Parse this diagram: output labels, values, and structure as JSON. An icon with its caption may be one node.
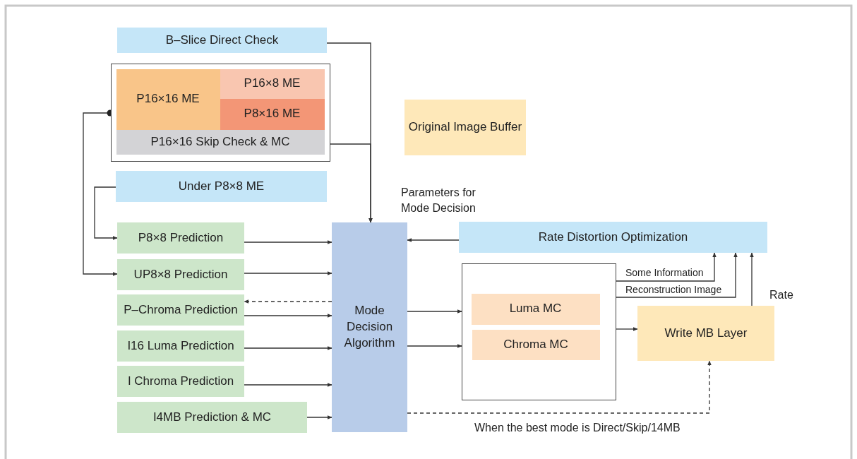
{
  "diagram": {
    "nodes": [
      {
        "text": [
          "B–Slice Direct Check"
        ]
      },
      {
        "text": [],
        "shape": "box"
      },
      {
        "text": [
          "P16×16 ME"
        ],
        "in": 1
      },
      {
        "text": [
          "P16×8 ME"
        ],
        "in": 1
      },
      {
        "text": [
          "P8×16 ME"
        ],
        "in": 1
      },
      {
        "text": [
          "P16×16 Skip Check & MC"
        ],
        "in": 1
      },
      {
        "text": [
          "Original Image Buffer"
        ]
      },
      {
        "text": [
          "Under P8×8 ME"
        ]
      },
      {
        "text": [
          "P8×8 Prediction"
        ]
      },
      {
        "text": [
          "UP8×8 Prediction"
        ]
      },
      {
        "text": [
          "P–Chroma Prediction"
        ]
      },
      {
        "text": [
          "I16 Luma Prediction"
        ]
      },
      {
        "text": [
          "I Chroma Prediction"
        ]
      },
      {
        "text": [
          "I4MB Prediction & MC"
        ]
      },
      {
        "text": [
          "Mode Decision Algorithm"
        ]
      },
      {
        "text": [
          "Rate Distortion Optimization"
        ]
      },
      {
        "text": [],
        "shape": "box"
      },
      {
        "text": [
          "Luma MC"
        ],
        "in": 16
      },
      {
        "text": [
          "Chroma MC"
        ],
        "in": 16
      },
      {
        "text": [
          "Write MB Layer"
        ]
      }
    ],
    "edges": [
      {
        "from": 0,
        "to": 14,
        "arrow": "to"
      },
      {
        "from": 5,
        "to": 14,
        "arrow": "to"
      },
      {
        "from": 1,
        "to": 9,
        "arrow": "to"
      },
      {
        "from": 7,
        "to": 8,
        "arrow": "to"
      },
      {
        "from": 8,
        "to": 14,
        "arrow": "to"
      },
      {
        "from": 9,
        "to": 14,
        "arrow": "to"
      },
      {
        "from": 10,
        "to": 14,
        "arrow": "to"
      },
      {
        "from": 14,
        "to": 10,
        "arrow": "to",
        "style": "dashed"
      },
      {
        "from": 11,
        "to": 14,
        "arrow": "to"
      },
      {
        "from": 12,
        "to": 14,
        "arrow": "to"
      },
      {
        "from": 13,
        "to": 14,
        "arrow": "to"
      },
      {
        "from": 15,
        "to": 14,
        "arrow": "to"
      },
      {
        "from": 14,
        "to": 16,
        "arrow": "to"
      },
      {
        "from": 14,
        "to": 16,
        "arrow": "to"
      },
      {
        "from": 16,
        "to": 19,
        "arrow": "to"
      },
      {
        "from": 16,
        "to": 15,
        "arrow": "to",
        "label": "Some Information"
      },
      {
        "from": 16,
        "to": 15,
        "arrow": "to",
        "label": "Reconstruction Image"
      },
      {
        "from": 19,
        "to": 15,
        "arrow": "to",
        "label": "Rate"
      },
      {
        "from": 14,
        "to": 19,
        "arrow": "to",
        "style": "dashed",
        "label": "When the best mode is Direct/Skip/14MB"
      }
    ],
    "labels": [
      "Parameters for Mode Decision"
    ]
  }
}
